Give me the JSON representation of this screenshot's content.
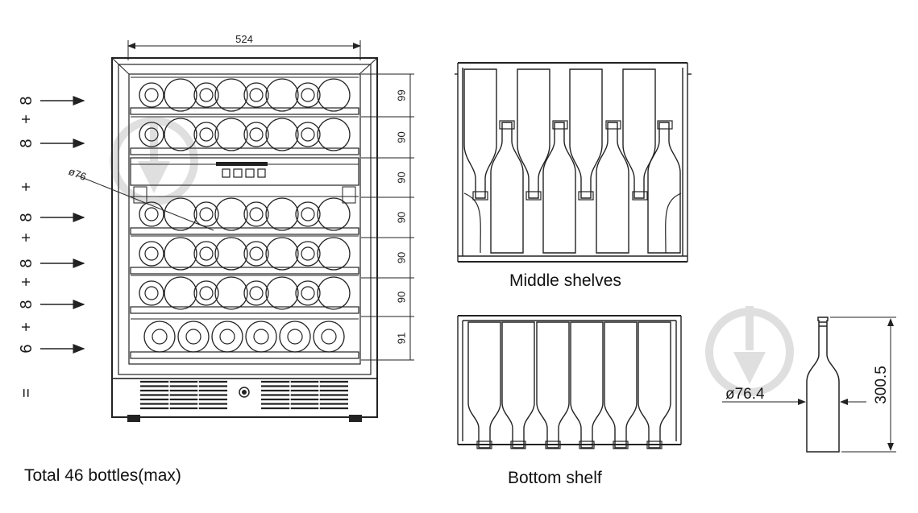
{
  "fridge": {
    "width_label": "524",
    "diameter_label": "ø76",
    "shelf_heights": [
      "99",
      "90",
      "90",
      "90",
      "90",
      "90",
      "91"
    ]
  },
  "capacity": {
    "rows": [
      "8",
      "+",
      "8",
      "+",
      "8",
      "+",
      "8",
      "+",
      "8",
      "+",
      "6",
      "="
    ]
  },
  "middle_shelves": {
    "caption": "Middle shelves"
  },
  "bottom_shelf": {
    "caption": "Bottom shelf"
  },
  "bottle": {
    "diameter_label": "ø76.4",
    "height_label": "300.5"
  },
  "total_caption": "Total 46 bottles(max)"
}
